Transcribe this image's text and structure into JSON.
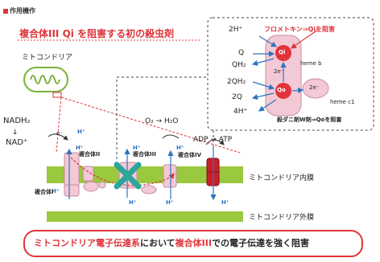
{
  "header": {
    "label": "作用機作"
  },
  "title": "複合体III Qi を阻害する初の殺虫剤",
  "mitochondria": {
    "label": "ミトコンドリア"
  },
  "left_chem": {
    "nadh": "NADH₂",
    "nad": "NAD⁺"
  },
  "electron": "e⁻",
  "proton": "H⁺",
  "complexes": {
    "c1": "複合体I",
    "c2": "複合体II",
    "c3": "複合体III",
    "c4": "複合体IV"
  },
  "reactions": {
    "oxygen": "O₂ → H₂O",
    "adp": "ADP → ATP"
  },
  "membranes": {
    "inner": "ミトコンドリア内膜",
    "outer": "ミトコンドリア外膜"
  },
  "inset": {
    "title": "フロメトキン⇒Qiを阻害",
    "h2": "2H⁺",
    "q": "Q",
    "qh2": "QH₂",
    "qh2x2": "2QH₂",
    "q2": "2Q",
    "h4": "4H⁺",
    "qi": "Qi",
    "qo": "Qo",
    "e2a": "2e⁻",
    "e2b": "2e⁻",
    "heme_b": "heme b",
    "heme_c1": "heme c1",
    "note": "殺ダニ剤W剤⇒Qoを阻害"
  },
  "bottom": {
    "part1": "ミトコンドリア電子伝達系",
    "part2": "において",
    "part3": "複合体III",
    "part4": "での電子伝達を強く阻害"
  },
  "colors": {
    "accent": "#e0343a",
    "membrane": "#9ac83e",
    "proton": "#2d74c2",
    "complex": "#f3c9d6",
    "inhibitor": "#2aa69a"
  }
}
